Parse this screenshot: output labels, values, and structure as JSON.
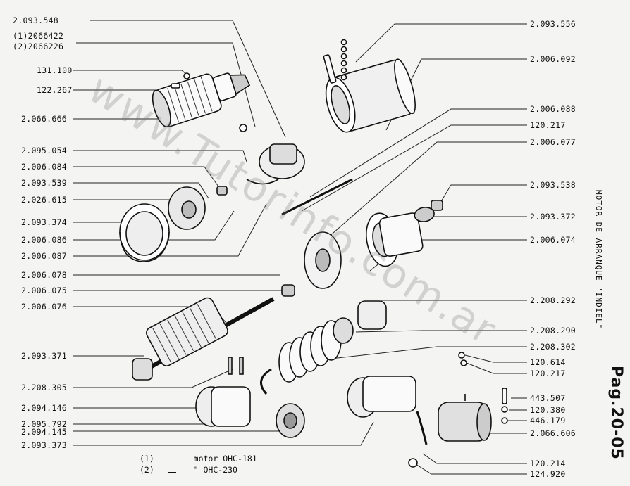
{
  "watermark": "www.Tutorinfo.com.ar",
  "side_title": "MOTOR DE ARRANQUE \"INDIEL\"",
  "page_number": "Pag.20-05",
  "left_labels": [
    "2.093.548",
    "(1)2066422",
    "(2)2066226",
    "131.100",
    "122.267",
    "2.066.666",
    "2.095.054",
    "2.006.084",
    "2.093.539",
    "2.026.615",
    "2.093.374",
    "2.006.086",
    "2.006.087",
    "2.006.078",
    "2.006.075",
    "2.006.076",
    "2.093.371",
    "2.208.305",
    "2.094.146",
    "2.095.792",
    "2.094.145",
    "2.093.373"
  ],
  "right_labels": [
    "2.093.556",
    "2.006.092",
    "2.006.088",
    "120.217",
    "2.006.077",
    "2.093.538",
    "2.093.372",
    "2.006.074",
    "2.208.292",
    "2.208.290",
    "2.208.302",
    "120.614",
    "120.217",
    "443.507",
    "120.380",
    "446.179",
    "2.066.606",
    "120.214",
    "124.920"
  ],
  "legend": [
    {
      "num": "(1)",
      "text": "motor OHC-181"
    },
    {
      "num": "(2)",
      "text": "\"  OHC-230"
    }
  ]
}
